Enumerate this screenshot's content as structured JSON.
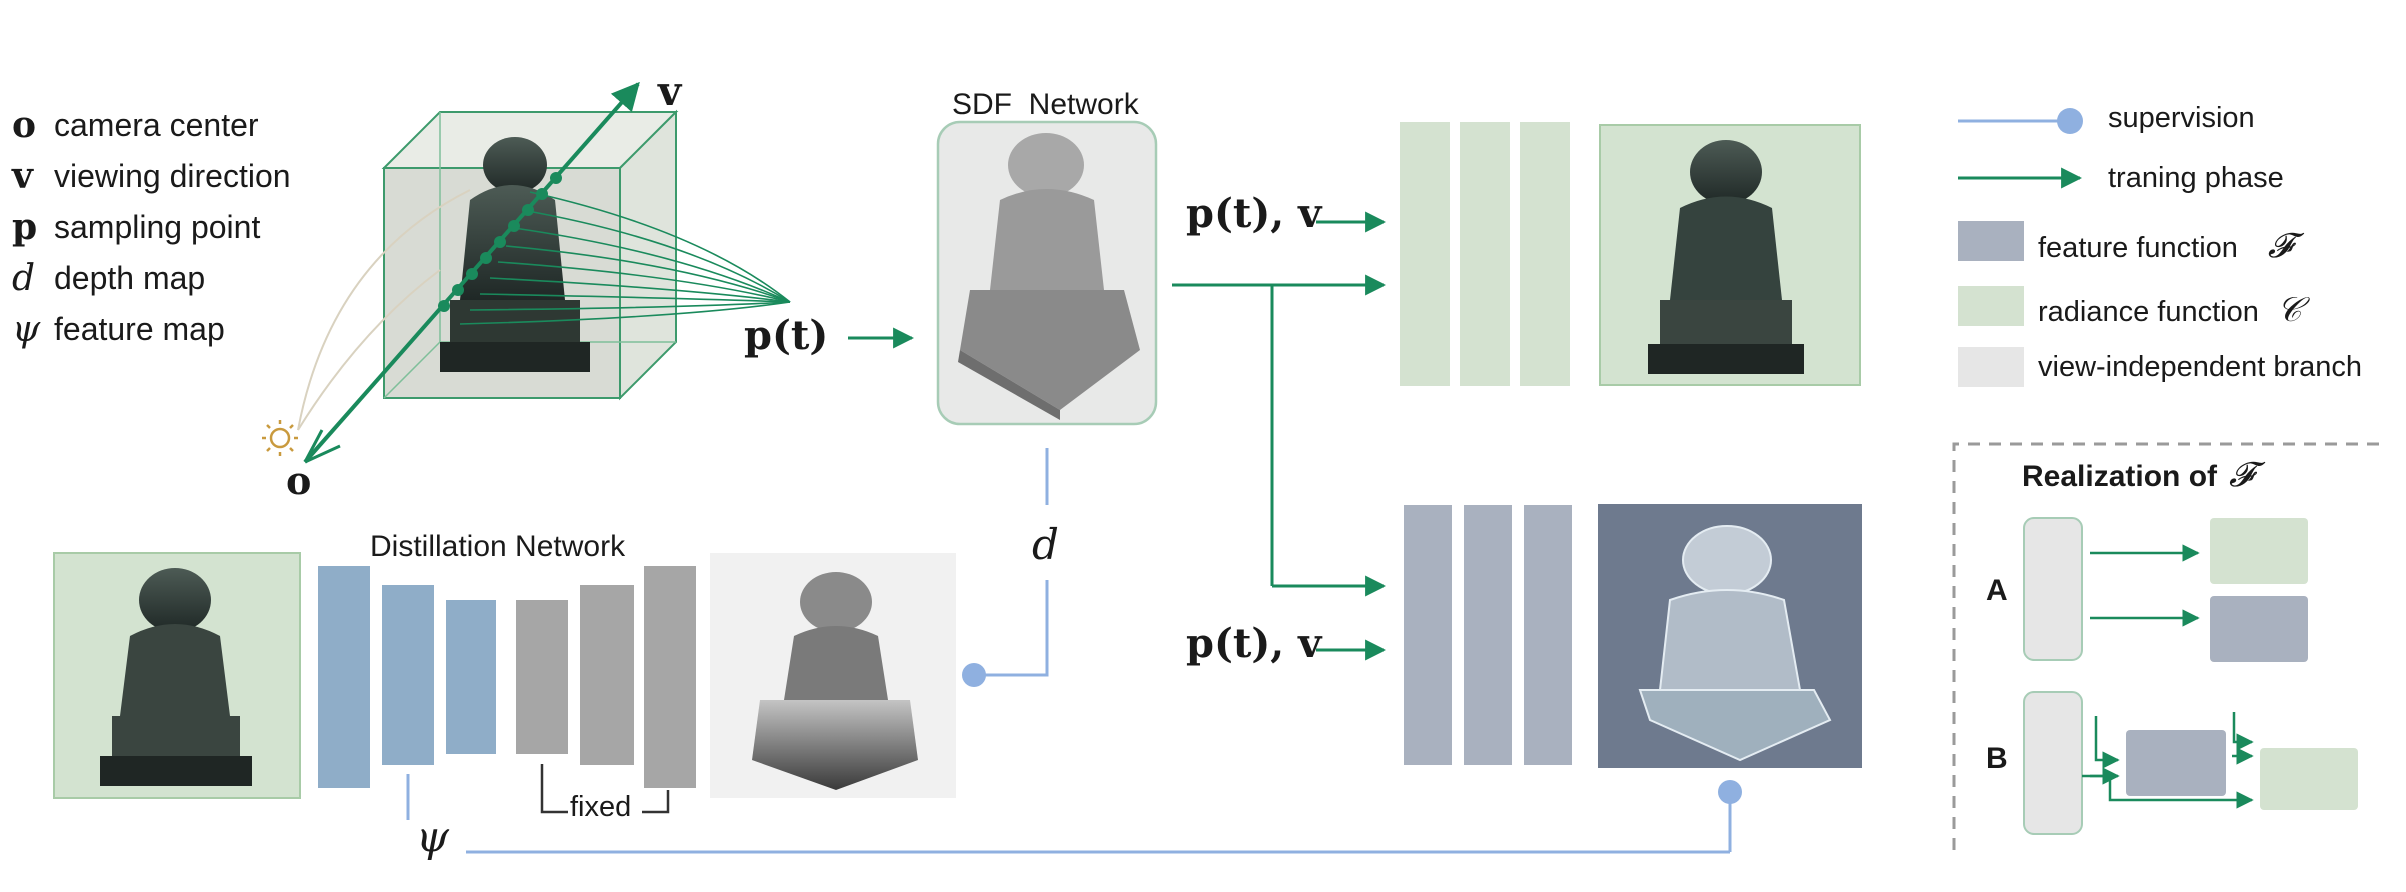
{
  "notation": [
    {
      "symbol": "o",
      "text": "camera center"
    },
    {
      "symbol": "v",
      "text": "viewing direction"
    },
    {
      "symbol": "p",
      "text": "sampling point"
    },
    {
      "symbol": "d",
      "text": "depth map"
    },
    {
      "symbol": "ψ",
      "text": "feature map"
    }
  ],
  "scene": {
    "label_v": "v",
    "label_o": "o",
    "sun_icon": "sun-icon"
  },
  "sdf": {
    "title": "SDF  Network",
    "input_label": "p(t)",
    "depth_label": "d"
  },
  "render": {
    "top_input": "p(t), v",
    "bottom_input": "p(t), v"
  },
  "distill": {
    "title": "Distillation Network",
    "fixed_label": "fixed",
    "psi_label": "ψ"
  },
  "legend": {
    "supervision": "supervision",
    "training": "traning phase",
    "feature": "feature function",
    "feature_symbol": "𝓕",
    "radiance": "radiance function",
    "radiance_symbol": "𝒞",
    "view": "view-independent branch"
  },
  "realization": {
    "title": "Realization of",
    "symbol": "𝓕",
    "a": "A",
    "b": "B"
  },
  "colors": {
    "green": "#1a8a5c",
    "supervision": "#8fb0e0",
    "radiance": "#d4e2d0",
    "feature": "#a9b1bf",
    "view": "#e6e6e6",
    "distill_blue": "#8fadc8",
    "distill_gray": "#a6a6a6"
  }
}
